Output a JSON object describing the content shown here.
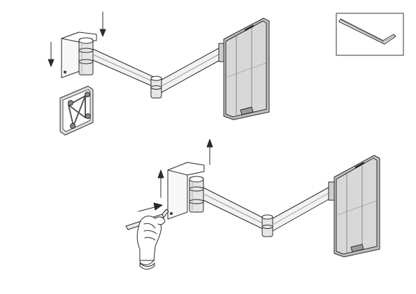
{
  "diagram": {
    "steps": [
      {
        "name": "step-1-remove-wall-plate",
        "arrows": [
          "down",
          "down"
        ]
      },
      {
        "name": "step-2-mount-arm",
        "arrows": [
          "up",
          "up",
          "right"
        ]
      }
    ],
    "tool_inset": {
      "item": "allen-key"
    },
    "colors": {
      "line": "#2b2b2b",
      "device_fill": "#d4d4d4",
      "device_dark": "#9a9a9a",
      "hand_fill": "#ffffff",
      "background": "#ffffff"
    },
    "icons": [
      "allen-key-icon",
      "hand-icon",
      "arrow-icon"
    ]
  }
}
